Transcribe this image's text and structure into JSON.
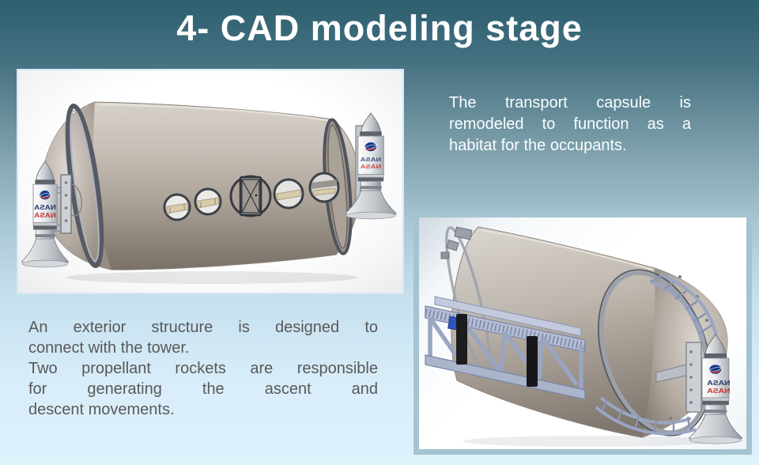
{
  "slide": {
    "title": "4- CAD modeling stage",
    "rocket_label": "NASA",
    "captions": {
      "transport": {
        "full_text": "The transport capsule is remodeled to function as a habitat for the occupants.",
        "lines": [
          {
            "text": "The transport capsule is"
          },
          {
            "text": "remodeled to function as a"
          },
          {
            "text": "habitat for the occupants."
          }
        ]
      },
      "exterior": {
        "full_text": "An exterior structure is designed to connect with the tower. Two propellant rockets are responsible for generating the ascent and descent movements.",
        "lines": [
          {
            "text": "An exterior structure is designed to"
          },
          {
            "text": "connect with the tower."
          },
          {
            "text": "Two propellant rockets are responsible"
          },
          {
            "text": "for generating the ascent and"
          },
          {
            "text": "descent movements."
          }
        ]
      }
    },
    "colors": {
      "background_top": "#2c5f6f",
      "background_bottom": "#def2fc",
      "title_text": "#ffffff",
      "caption_light_text": "#fafdff",
      "caption_dark_text": "#595959",
      "left_frame_border": "#d7e8f2",
      "right_frame_border": "#a5c4d1",
      "capsule_gray": "#b3aaa1",
      "truss_blue": "#b6bfd5",
      "nasa_blue": "#15398a",
      "nasa_red": "#c8342c"
    }
  }
}
